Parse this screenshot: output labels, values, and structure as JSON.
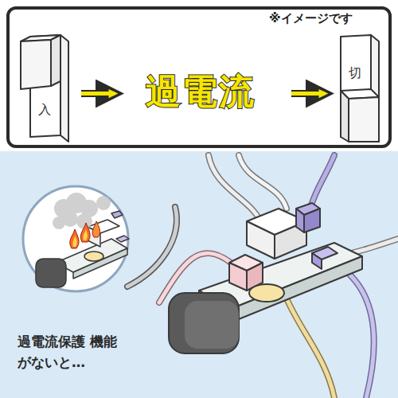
{
  "diagram": {
    "nodes": [
      {
        "text": [
          "※イメージです"
        ]
      },
      {
        "text": [
          "入"
        ],
        "in": 0
      },
      {
        "text": [
          "過電流"
        ],
        "in": 0
      },
      {
        "text": [
          "切"
        ],
        "in": 0
      }
    ],
    "edges": [
      {
        "from": 1,
        "to": 2,
        "arrow": "to"
      },
      {
        "from": 2,
        "to": 3,
        "arrow": "to"
      }
    ],
    "labels": [
      "過電流保護 機能がないと…"
    ]
  }
}
